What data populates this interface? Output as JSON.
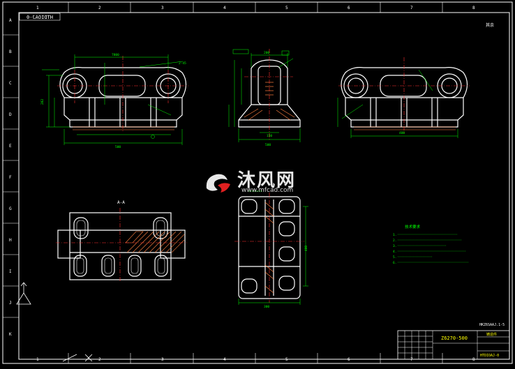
{
  "drawing": {
    "mirrored_title": "HTDIOAJ-0",
    "top_right_mark": "其余",
    "top_ruler": [
      "1",
      "2",
      "3",
      "4",
      "5",
      "6",
      "7",
      "8"
    ],
    "bottom_ruler": [
      "1",
      "2",
      "3",
      "4",
      "5",
      "6",
      "7",
      "8"
    ],
    "side_ruler": [
      "A",
      "B",
      "C",
      "D",
      "E",
      "F",
      "G",
      "H",
      "I",
      "J",
      "K"
    ],
    "section_label": "A-A",
    "notes_title": "技术要求",
    "notes_lines": [
      "1.",
      "2.",
      "3.",
      "4.",
      "5.",
      "6."
    ],
    "title_block": {
      "spec": "HKZ6SAAJ.1-5",
      "drawing_no": "Z6270-500",
      "name": "铸造件",
      "material": "HTDIOAJ-0"
    }
  },
  "watermark": {
    "text": "沐风网",
    "url": "www.mfcad.com"
  },
  "colors": {
    "outline": "#ffffff",
    "dimension": "#00ff00",
    "centerline": "#ff3030",
    "hatch": "#ff8040",
    "text": "#ffff00",
    "accent": "#00ffff"
  }
}
